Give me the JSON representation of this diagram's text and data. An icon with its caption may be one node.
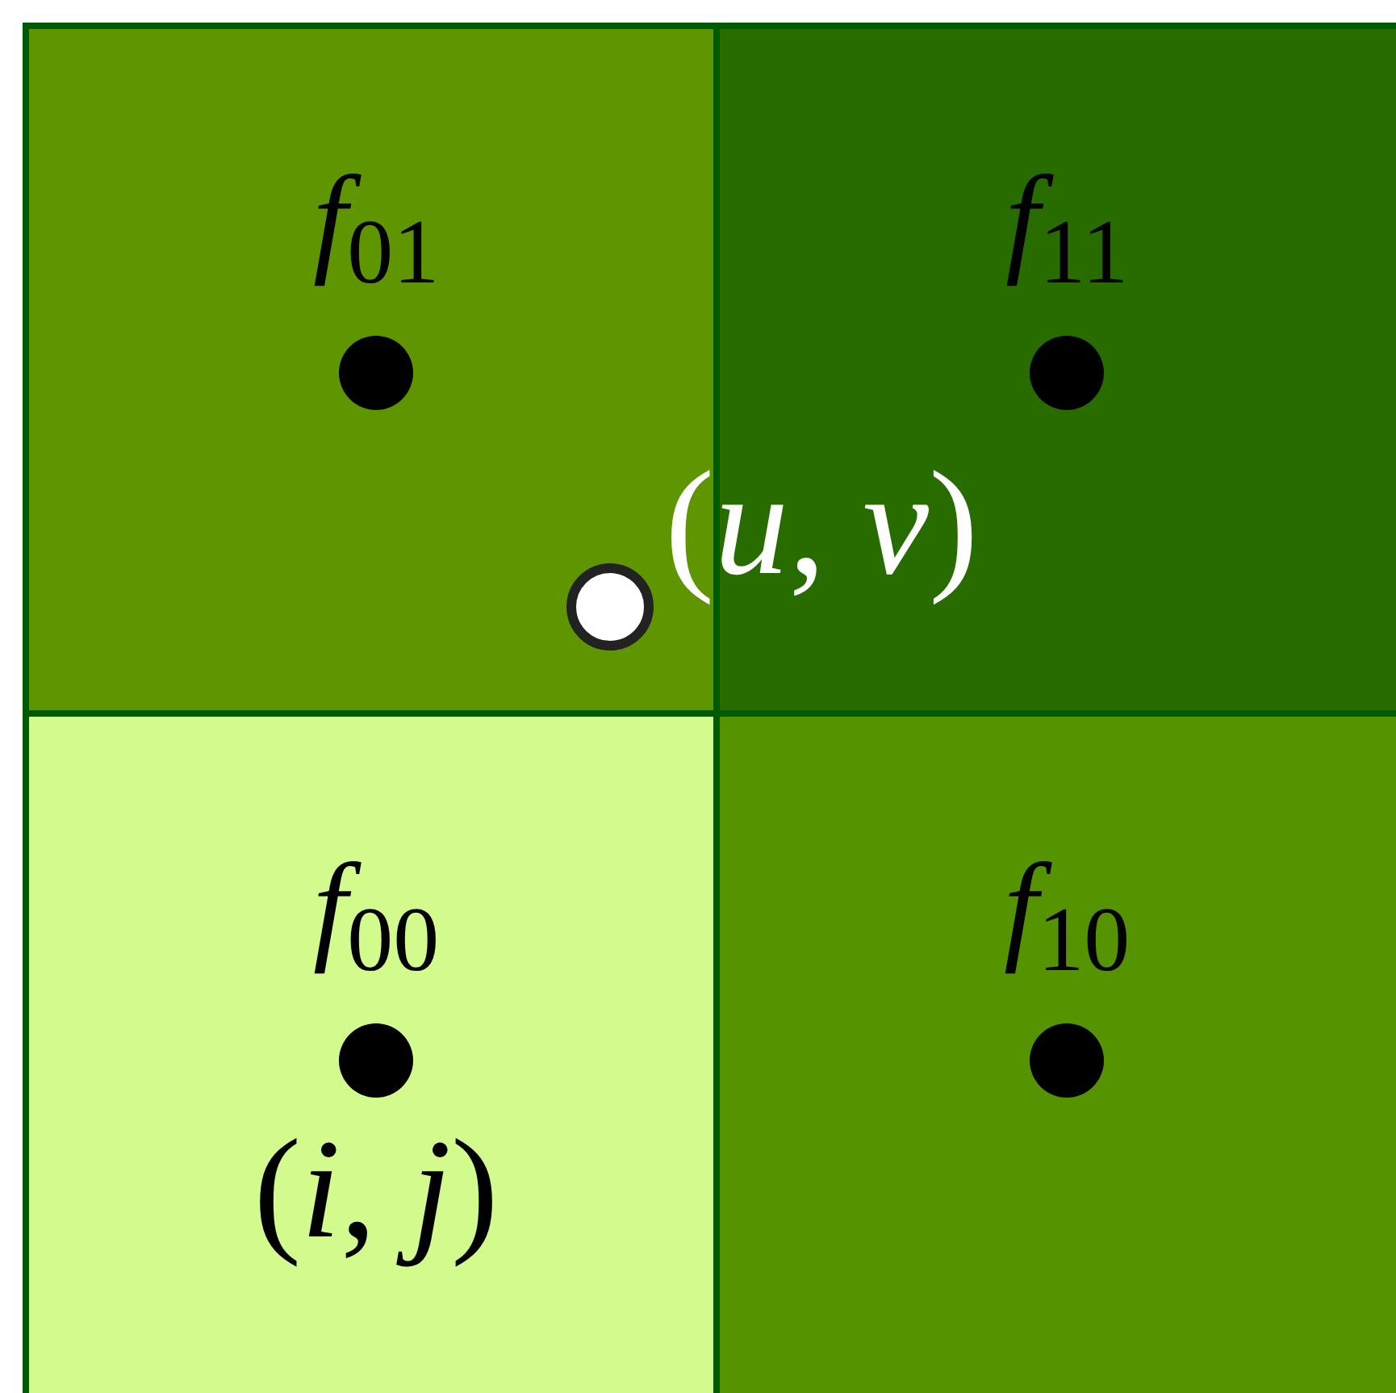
{
  "diagram": {
    "nodes": [
      {
        "text": [
          "*f*$_{01}$"
        ]
      },
      {
        "text": [
          "*f*$_{11}$"
        ]
      },
      {
        "text": [
          "*f*$_{00}$",
          "(*i*, *j*)"
        ]
      },
      {
        "text": [
          "*f*$_{10}$"
        ]
      }
    ],
    "labels": [
      "(*u*, *v*)"
    ]
  }
}
